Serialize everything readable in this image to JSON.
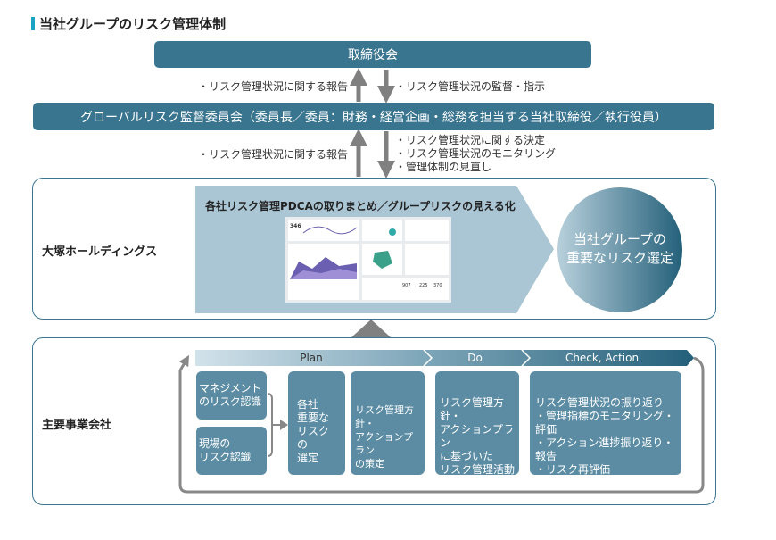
{
  "title": "当社グループのリスク管理体制",
  "board": "取締役会",
  "board_to_committee": {
    "up": "・リスク管理状況に関する報告",
    "down": "・リスク管理状況の監督・指示"
  },
  "committee": "グローバルリスク監督委員会（委員長／委員：財務・経営企画・総務を担当する当社取締役／執行役員）",
  "committee_to_hd": {
    "up": "・リスク管理状況に関する報告",
    "down": [
      "・リスク管理状況に関する決定",
      "・リスク管理状況のモニタリング",
      "・管理体制の見直し"
    ]
  },
  "holdings": {
    "label": "大塚ホールディングス",
    "banner": "各社リスク管理PDCAの取りまとめ／グループリスクの見える化",
    "circle": [
      "当社グループの",
      "重要なリスク選定"
    ]
  },
  "companies": {
    "label": "主要事業会社",
    "phases": [
      "Plan",
      "Do",
      "Check, Action"
    ],
    "boxes": {
      "mgmt": [
        "マネジメント",
        "のリスク認識"
      ],
      "field": [
        "現場の",
        "リスク認識"
      ],
      "select": [
        "各社",
        "重要な",
        "リスクの",
        "選定"
      ],
      "policy": [
        "リスク管理方針・",
        "アクションプラン",
        "の策定"
      ],
      "do": [
        "リスク管理方針・",
        "アクションプラン",
        "に基づいた",
        "リスク管理活動"
      ],
      "check": [
        "リスク管理状況の振り返り",
        "・管理指標のモニタリング・評価",
        "・アクション進捗振り返り・報告",
        "・リスク再評価"
      ]
    }
  },
  "dashboard_numbers": [
    "346",
    "907",
    "225",
    "370"
  ],
  "colors": {
    "navy": "#3a7590",
    "box": "#5b8ca3",
    "banner": "#aac5d3",
    "accent": "#1ba3c6",
    "arrow": "#808080"
  }
}
